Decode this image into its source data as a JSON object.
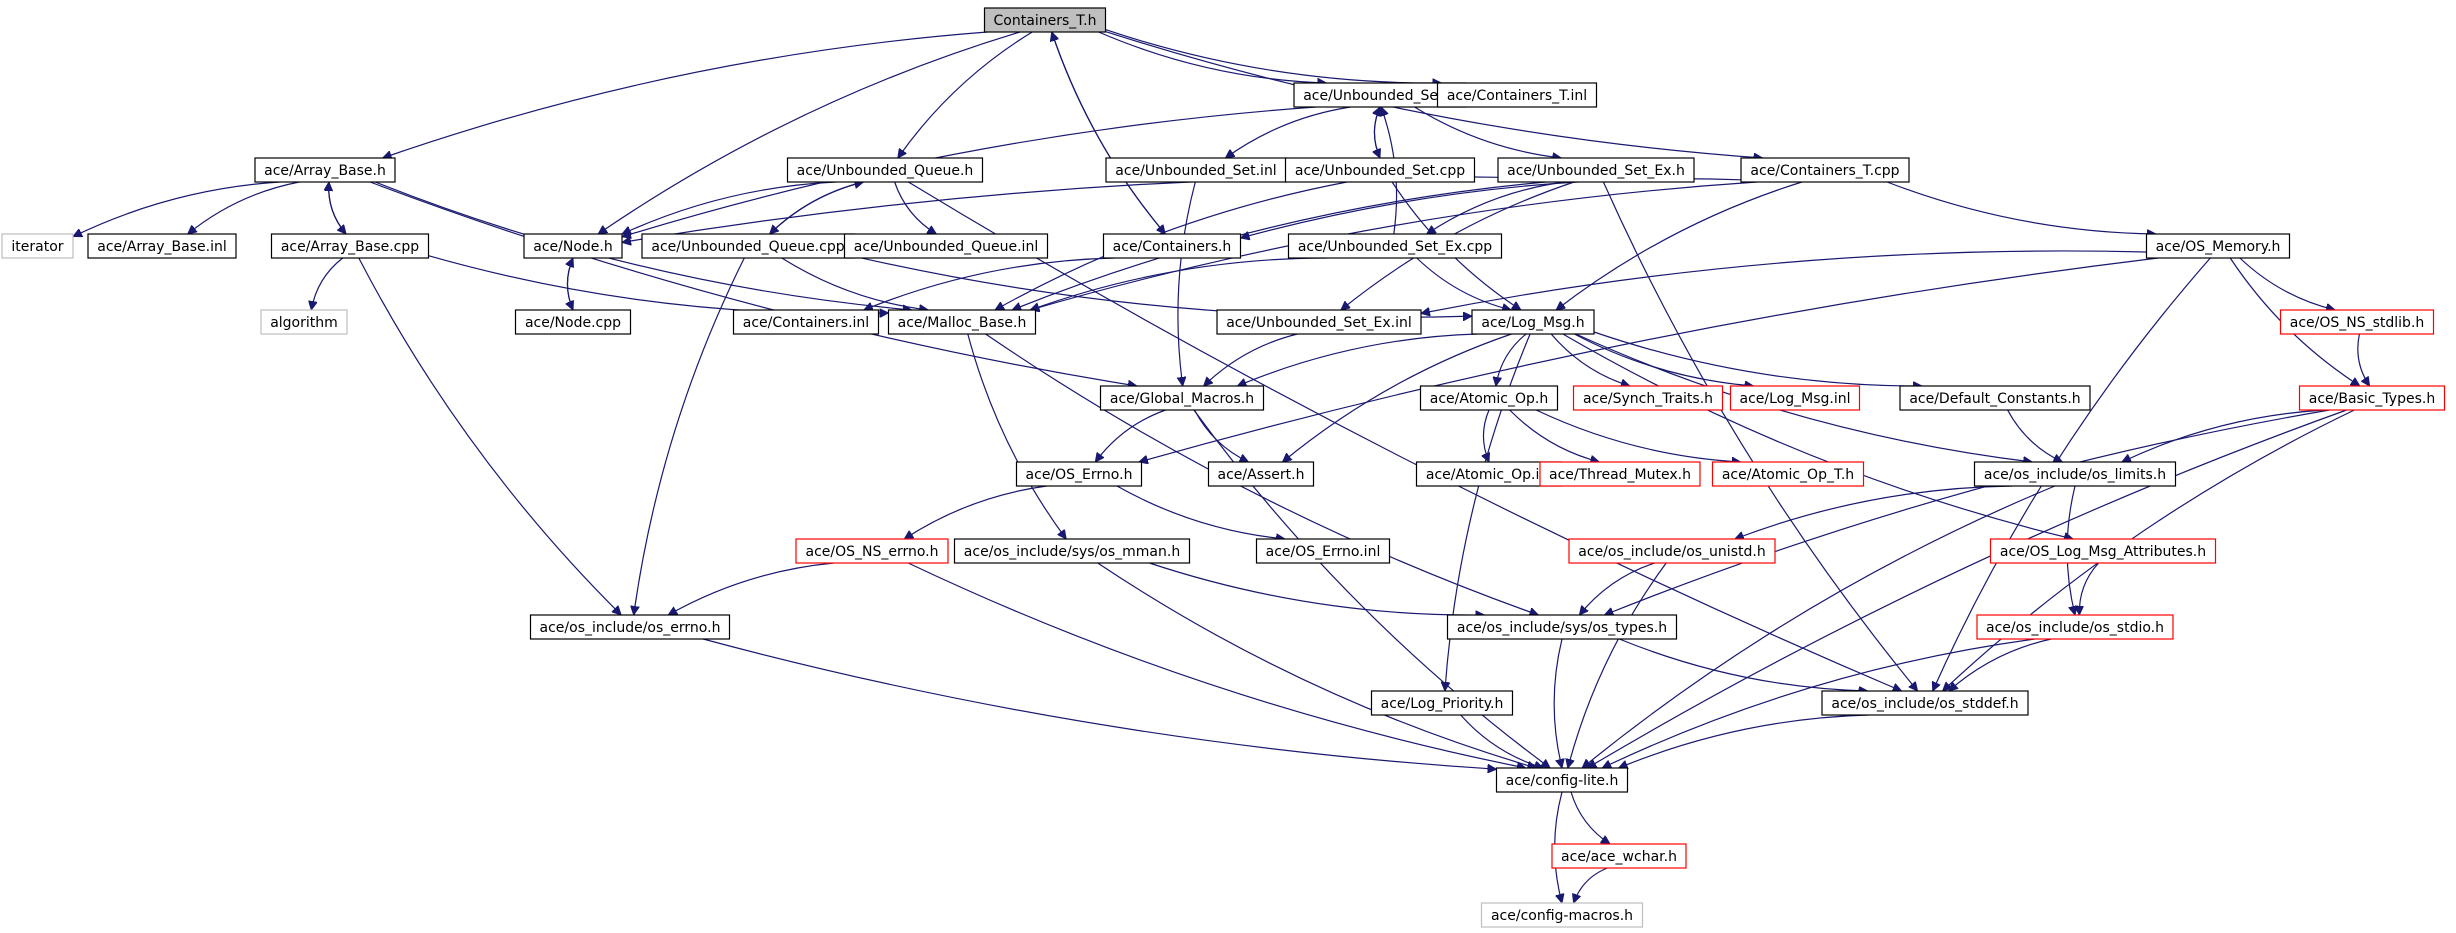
{
  "nodes": [
    {
      "id": "containers_t_h",
      "label": "Containers_T.h",
      "kind": "root"
    },
    {
      "id": "unbounded_set_h",
      "label": "ace/Unbounded_Set.h",
      "kind": "normal"
    },
    {
      "id": "containers_t_inl",
      "label": "ace/Containers_T.inl",
      "kind": "normal"
    },
    {
      "id": "array_base_h",
      "label": "ace/Array_Base.h",
      "kind": "normal"
    },
    {
      "id": "unbounded_queue_h",
      "label": "ace/Unbounded_Queue.h",
      "kind": "normal"
    },
    {
      "id": "unbounded_set_inl",
      "label": "ace/Unbounded_Set.inl",
      "kind": "normal"
    },
    {
      "id": "unbounded_set_cpp",
      "label": "ace/Unbounded_Set.cpp",
      "kind": "normal"
    },
    {
      "id": "unbounded_set_ex_h",
      "label": "ace/Unbounded_Set_Ex.h",
      "kind": "normal"
    },
    {
      "id": "containers_t_cpp",
      "label": "ace/Containers_T.cpp",
      "kind": "normal"
    },
    {
      "id": "iterator",
      "label": "iterator",
      "kind": "external"
    },
    {
      "id": "array_base_inl",
      "label": "ace/Array_Base.inl",
      "kind": "normal"
    },
    {
      "id": "array_base_cpp",
      "label": "ace/Array_Base.cpp",
      "kind": "normal"
    },
    {
      "id": "node_h",
      "label": "ace/Node.h",
      "kind": "normal"
    },
    {
      "id": "unbounded_queue_cpp",
      "label": "ace/Unbounded_Queue.cpp",
      "kind": "normal"
    },
    {
      "id": "unbounded_queue_inl",
      "label": "ace/Unbounded_Queue.inl",
      "kind": "normal"
    },
    {
      "id": "containers_h",
      "label": "ace/Containers.h",
      "kind": "normal"
    },
    {
      "id": "unbounded_set_ex_cpp",
      "label": "ace/Unbounded_Set_Ex.cpp",
      "kind": "normal"
    },
    {
      "id": "os_memory_h",
      "label": "ace/OS_Memory.h",
      "kind": "normal"
    },
    {
      "id": "algorithm",
      "label": "algorithm",
      "kind": "external"
    },
    {
      "id": "node_cpp",
      "label": "ace/Node.cpp",
      "kind": "normal"
    },
    {
      "id": "containers_inl",
      "label": "ace/Containers.inl",
      "kind": "normal"
    },
    {
      "id": "malloc_base_h",
      "label": "ace/Malloc_Base.h",
      "kind": "normal"
    },
    {
      "id": "unbounded_set_ex_inl",
      "label": "ace/Unbounded_Set_Ex.inl",
      "kind": "normal"
    },
    {
      "id": "log_msg_h",
      "label": "ace/Log_Msg.h",
      "kind": "normal"
    },
    {
      "id": "os_ns_stdlib_h",
      "label": "ace/OS_NS_stdlib.h",
      "kind": "truncated"
    },
    {
      "id": "global_macros_h",
      "label": "ace/Global_Macros.h",
      "kind": "normal"
    },
    {
      "id": "atomic_op_h",
      "label": "ace/Atomic_Op.h",
      "kind": "normal"
    },
    {
      "id": "synch_traits_h",
      "label": "ace/Synch_Traits.h",
      "kind": "truncated"
    },
    {
      "id": "log_msg_inl",
      "label": "ace/Log_Msg.inl",
      "kind": "truncated"
    },
    {
      "id": "default_constants_h",
      "label": "ace/Default_Constants.h",
      "kind": "normal"
    },
    {
      "id": "basic_types_h",
      "label": "ace/Basic_Types.h",
      "kind": "truncated"
    },
    {
      "id": "os_errno_h",
      "label": "ace/OS_Errno.h",
      "kind": "normal"
    },
    {
      "id": "assert_h",
      "label": "ace/Assert.h",
      "kind": "normal"
    },
    {
      "id": "atomic_op_inl",
      "label": "ace/Atomic_Op.inl",
      "kind": "normal"
    },
    {
      "id": "thread_mutex_h",
      "label": "ace/Thread_Mutex.h",
      "kind": "truncated"
    },
    {
      "id": "atomic_op_t_h",
      "label": "ace/Atomic_Op_T.h",
      "kind": "truncated"
    },
    {
      "id": "os_include_os_limits_h",
      "label": "ace/os_include/os_limits.h",
      "kind": "normal"
    },
    {
      "id": "os_ns_errno_h",
      "label": "ace/OS_NS_errno.h",
      "kind": "truncated"
    },
    {
      "id": "os_include_sys_os_mman_h",
      "label": "ace/os_include/sys/os_mman.h",
      "kind": "normal"
    },
    {
      "id": "os_errno_inl",
      "label": "ace/OS_Errno.inl",
      "kind": "normal"
    },
    {
      "id": "os_include_os_unistd_h",
      "label": "ace/os_include/os_unistd.h",
      "kind": "truncated"
    },
    {
      "id": "os_log_msg_attributes_h",
      "label": "ace/OS_Log_Msg_Attributes.h",
      "kind": "truncated"
    },
    {
      "id": "os_include_os_errno_h",
      "label": "ace/os_include/os_errno.h",
      "kind": "normal"
    },
    {
      "id": "os_include_sys_os_types_h",
      "label": "ace/os_include/sys/os_types.h",
      "kind": "normal"
    },
    {
      "id": "os_include_os_stdio_h",
      "label": "ace/os_include/os_stdio.h",
      "kind": "truncated"
    },
    {
      "id": "log_priority_h",
      "label": "ace/Log_Priority.h",
      "kind": "normal"
    },
    {
      "id": "os_include_os_stddef_h",
      "label": "ace/os_include/os_stddef.h",
      "kind": "normal"
    },
    {
      "id": "config_lite_h",
      "label": "ace/config-lite.h",
      "kind": "normal"
    },
    {
      "id": "ace_wchar_h",
      "label": "ace/ace_wchar.h",
      "kind": "truncated"
    },
    {
      "id": "config_macros_h",
      "label": "ace/config-macros.h",
      "kind": "external"
    }
  ],
  "edges": [
    [
      "containers_t_h",
      "unbounded_set_h"
    ],
    [
      "containers_t_h",
      "containers_t_inl"
    ],
    [
      "containers_t_h",
      "containers_t_cpp"
    ],
    [
      "containers_t_h",
      "array_base_h"
    ],
    [
      "containers_t_h",
      "unbounded_queue_h"
    ],
    [
      "containers_t_h",
      "node_h"
    ],
    [
      "containers_t_h",
      "containers_h"
    ],
    [
      "containers_h",
      "containers_t_h"
    ],
    [
      "unbounded_set_h",
      "unbounded_set_inl"
    ],
    [
      "unbounded_set_h",
      "unbounded_set_cpp"
    ],
    [
      "unbounded_set_cpp",
      "unbounded_set_h"
    ],
    [
      "unbounded_set_h",
      "unbounded_set_ex_h"
    ],
    [
      "unbounded_set_h",
      "node_h"
    ],
    [
      "unbounded_set_ex_cpp",
      "unbounded_set_h"
    ],
    [
      "array_base_h",
      "iterator"
    ],
    [
      "array_base_h",
      "array_base_inl"
    ],
    [
      "array_base_h",
      "array_base_cpp"
    ],
    [
      "array_base_cpp",
      "array_base_h"
    ],
    [
      "array_base_h",
      "malloc_base_h"
    ],
    [
      "array_base_h",
      "global_macros_h"
    ],
    [
      "array_base_cpp",
      "algorithm"
    ],
    [
      "array_base_cpp",
      "malloc_base_h"
    ],
    [
      "array_base_cpp",
      "os_include_os_errno_h"
    ],
    [
      "unbounded_queue_h",
      "node_h"
    ],
    [
      "unbounded_queue_h",
      "unbounded_queue_cpp"
    ],
    [
      "unbounded_queue_cpp",
      "unbounded_queue_h"
    ],
    [
      "unbounded_queue_h",
      "unbounded_queue_inl"
    ],
    [
      "unbounded_queue_h",
      "os_include_os_stddef_h"
    ],
    [
      "unbounded_queue_cpp",
      "malloc_base_h"
    ],
    [
      "unbounded_queue_cpp",
      "log_msg_h"
    ],
    [
      "unbounded_queue_cpp",
      "os_include_os_errno_h"
    ],
    [
      "node_h",
      "node_cpp"
    ],
    [
      "node_cpp",
      "node_h"
    ],
    [
      "unbounded_set_inl",
      "global_macros_h"
    ],
    [
      "unbounded_set_cpp",
      "malloc_base_h"
    ],
    [
      "unbounded_set_cpp",
      "log_msg_h"
    ],
    [
      "unbounded_set_ex_h",
      "unbounded_set_ex_inl"
    ],
    [
      "unbounded_set_ex_h",
      "unbounded_set_ex_cpp"
    ],
    [
      "unbounded_set_ex_h",
      "node_h"
    ],
    [
      "unbounded_set_ex_h",
      "malloc_base_h"
    ],
    [
      "unbounded_set_ex_h",
      "os_include_os_stddef_h"
    ],
    [
      "unbounded_set_ex_cpp",
      "log_msg_h"
    ],
    [
      "unbounded_set_ex_cpp",
      "malloc_base_h"
    ],
    [
      "containers_t_cpp",
      "containers_h"
    ],
    [
      "containers_t_cpp",
      "log_msg_h"
    ],
    [
      "containers_t_cpp",
      "malloc_base_h"
    ],
    [
      "containers_t_cpp",
      "os_memory_h"
    ],
    [
      "containers_h",
      "containers_inl"
    ],
    [
      "os_memory_h",
      "os_ns_stdlib_h"
    ],
    [
      "os_memory_h",
      "basic_types_h"
    ],
    [
      "os_memory_h",
      "os_errno_h"
    ],
    [
      "os_memory_h",
      "unbounded_set_ex_inl"
    ],
    [
      "os_memory_h",
      "os_include_os_stddef_h"
    ],
    [
      "os_ns_stdlib_h",
      "basic_types_h"
    ],
    [
      "malloc_base_h",
      "os_include_sys_os_mman_h"
    ],
    [
      "malloc_base_h",
      "os_include_sys_os_types_h"
    ],
    [
      "unbounded_set_ex_inl",
      "global_macros_h"
    ],
    [
      "log_msg_h",
      "global_macros_h"
    ],
    [
      "log_msg_h",
      "atomic_op_h"
    ],
    [
      "log_msg_h",
      "synch_traits_h"
    ],
    [
      "log_msg_h",
      "log_msg_inl"
    ],
    [
      "log_msg_h",
      "default_constants_h"
    ],
    [
      "log_msg_h",
      "assert_h"
    ],
    [
      "log_msg_h",
      "log_priority_h"
    ],
    [
      "log_msg_h",
      "os_include_os_limits_h"
    ],
    [
      "log_msg_h",
      "os_log_msg_attributes_h"
    ],
    [
      "global_macros_h",
      "os_errno_h"
    ],
    [
      "global_macros_h",
      "assert_h"
    ],
    [
      "global_macros_h",
      "config_lite_h"
    ],
    [
      "atomic_op_h",
      "atomic_op_inl"
    ],
    [
      "atomic_op_h",
      "thread_mutex_h"
    ],
    [
      "atomic_op_h",
      "atomic_op_t_h"
    ],
    [
      "default_constants_h",
      "os_include_os_limits_h"
    ],
    [
      "basic_types_h",
      "os_include_os_limits_h"
    ],
    [
      "basic_types_h",
      "os_include_sys_os_types_h"
    ],
    [
      "basic_types_h",
      "os_include_os_stddef_h"
    ],
    [
      "basic_types_h",
      "config_lite_h"
    ],
    [
      "os_errno_h",
      "os_ns_errno_h"
    ],
    [
      "os_errno_h",
      "os_errno_inl"
    ],
    [
      "os_ns_errno_h",
      "os_include_os_errno_h"
    ],
    [
      "os_ns_errno_h",
      "config_lite_h"
    ],
    [
      "os_include_os_limits_h",
      "os_include_os_unistd_h"
    ],
    [
      "os_include_os_limits_h",
      "os_include_os_stdio_h"
    ],
    [
      "os_include_os_limits_h",
      "config_lite_h"
    ],
    [
      "os_include_os_unistd_h",
      "os_include_sys_os_types_h"
    ],
    [
      "os_include_os_unistd_h",
      "config_lite_h"
    ],
    [
      "os_log_msg_attributes_h",
      "os_include_os_stdio_h"
    ],
    [
      "os_include_sys_os_mman_h",
      "os_include_sys_os_types_h"
    ],
    [
      "os_include_sys_os_mman_h",
      "config_lite_h"
    ],
    [
      "os_include_os_errno_h",
      "config_lite_h"
    ],
    [
      "os_include_sys_os_types_h",
      "os_include_os_stddef_h"
    ],
    [
      "os_include_sys_os_types_h",
      "config_lite_h"
    ],
    [
      "os_include_os_stdio_h",
      "os_include_os_stddef_h"
    ],
    [
      "os_include_os_stdio_h",
      "config_lite_h"
    ],
    [
      "log_priority_h",
      "config_lite_h"
    ],
    [
      "os_include_os_stddef_h",
      "config_lite_h"
    ],
    [
      "config_lite_h",
      "ace_wchar_h"
    ],
    [
      "config_lite_h",
      "config_macros_h"
    ],
    [
      "ace_wchar_h",
      "config_macros_h"
    ]
  ]
}
